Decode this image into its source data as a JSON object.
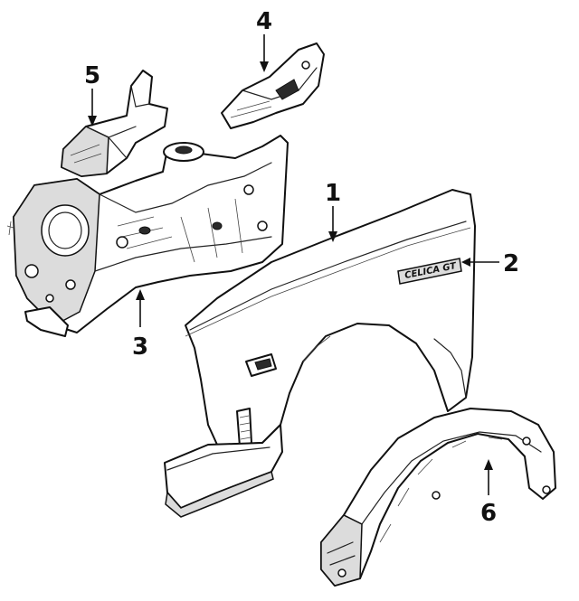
{
  "callouts": {
    "c1": "1",
    "c2": "2",
    "c3": "3",
    "c4": "4",
    "c5": "5",
    "c6": "6"
  },
  "badge_text": "CELICA GT"
}
